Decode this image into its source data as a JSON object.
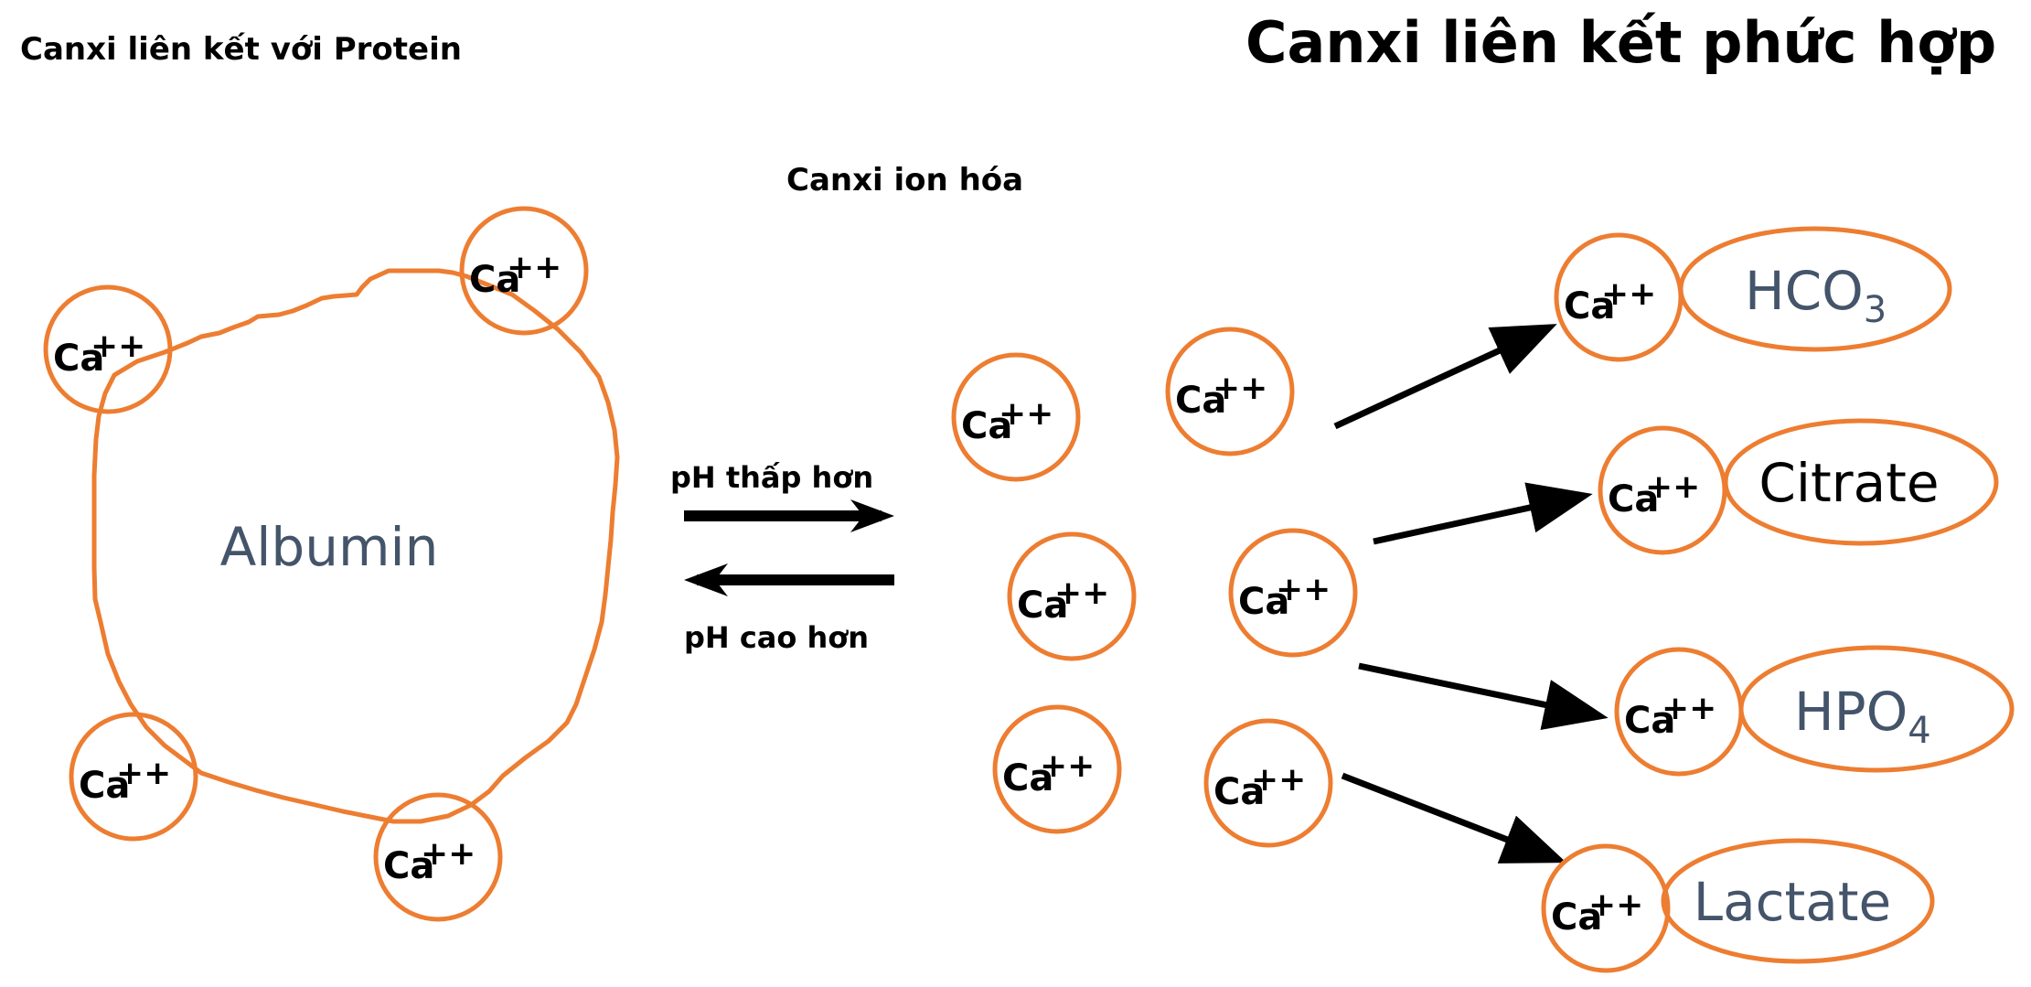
{
  "headings": {
    "protein_bound": "Canxi liên kết với Protein",
    "complexed": "Canxi liên kết phức hợp",
    "ionized": "Canxi ion hóa"
  },
  "ion": {
    "symbol": "Ca",
    "charge": "++"
  },
  "protein": {
    "label": "Albumin"
  },
  "equilibrium": {
    "forward_label": "pH thấp hơn",
    "reverse_label": "pH cao hơn"
  },
  "complexes": {
    "hco3": {
      "base": "HCO",
      "sub": "3"
    },
    "citrate": {
      "base": "Citrate",
      "sub": ""
    },
    "hpo4": {
      "base": "HPO",
      "sub": "4"
    },
    "lactate": {
      "base": "Lactate",
      "sub": ""
    }
  },
  "colors": {
    "accent": "#ED7D31",
    "label": "#44546A",
    "arrow": "#000000",
    "text": "#000000"
  }
}
